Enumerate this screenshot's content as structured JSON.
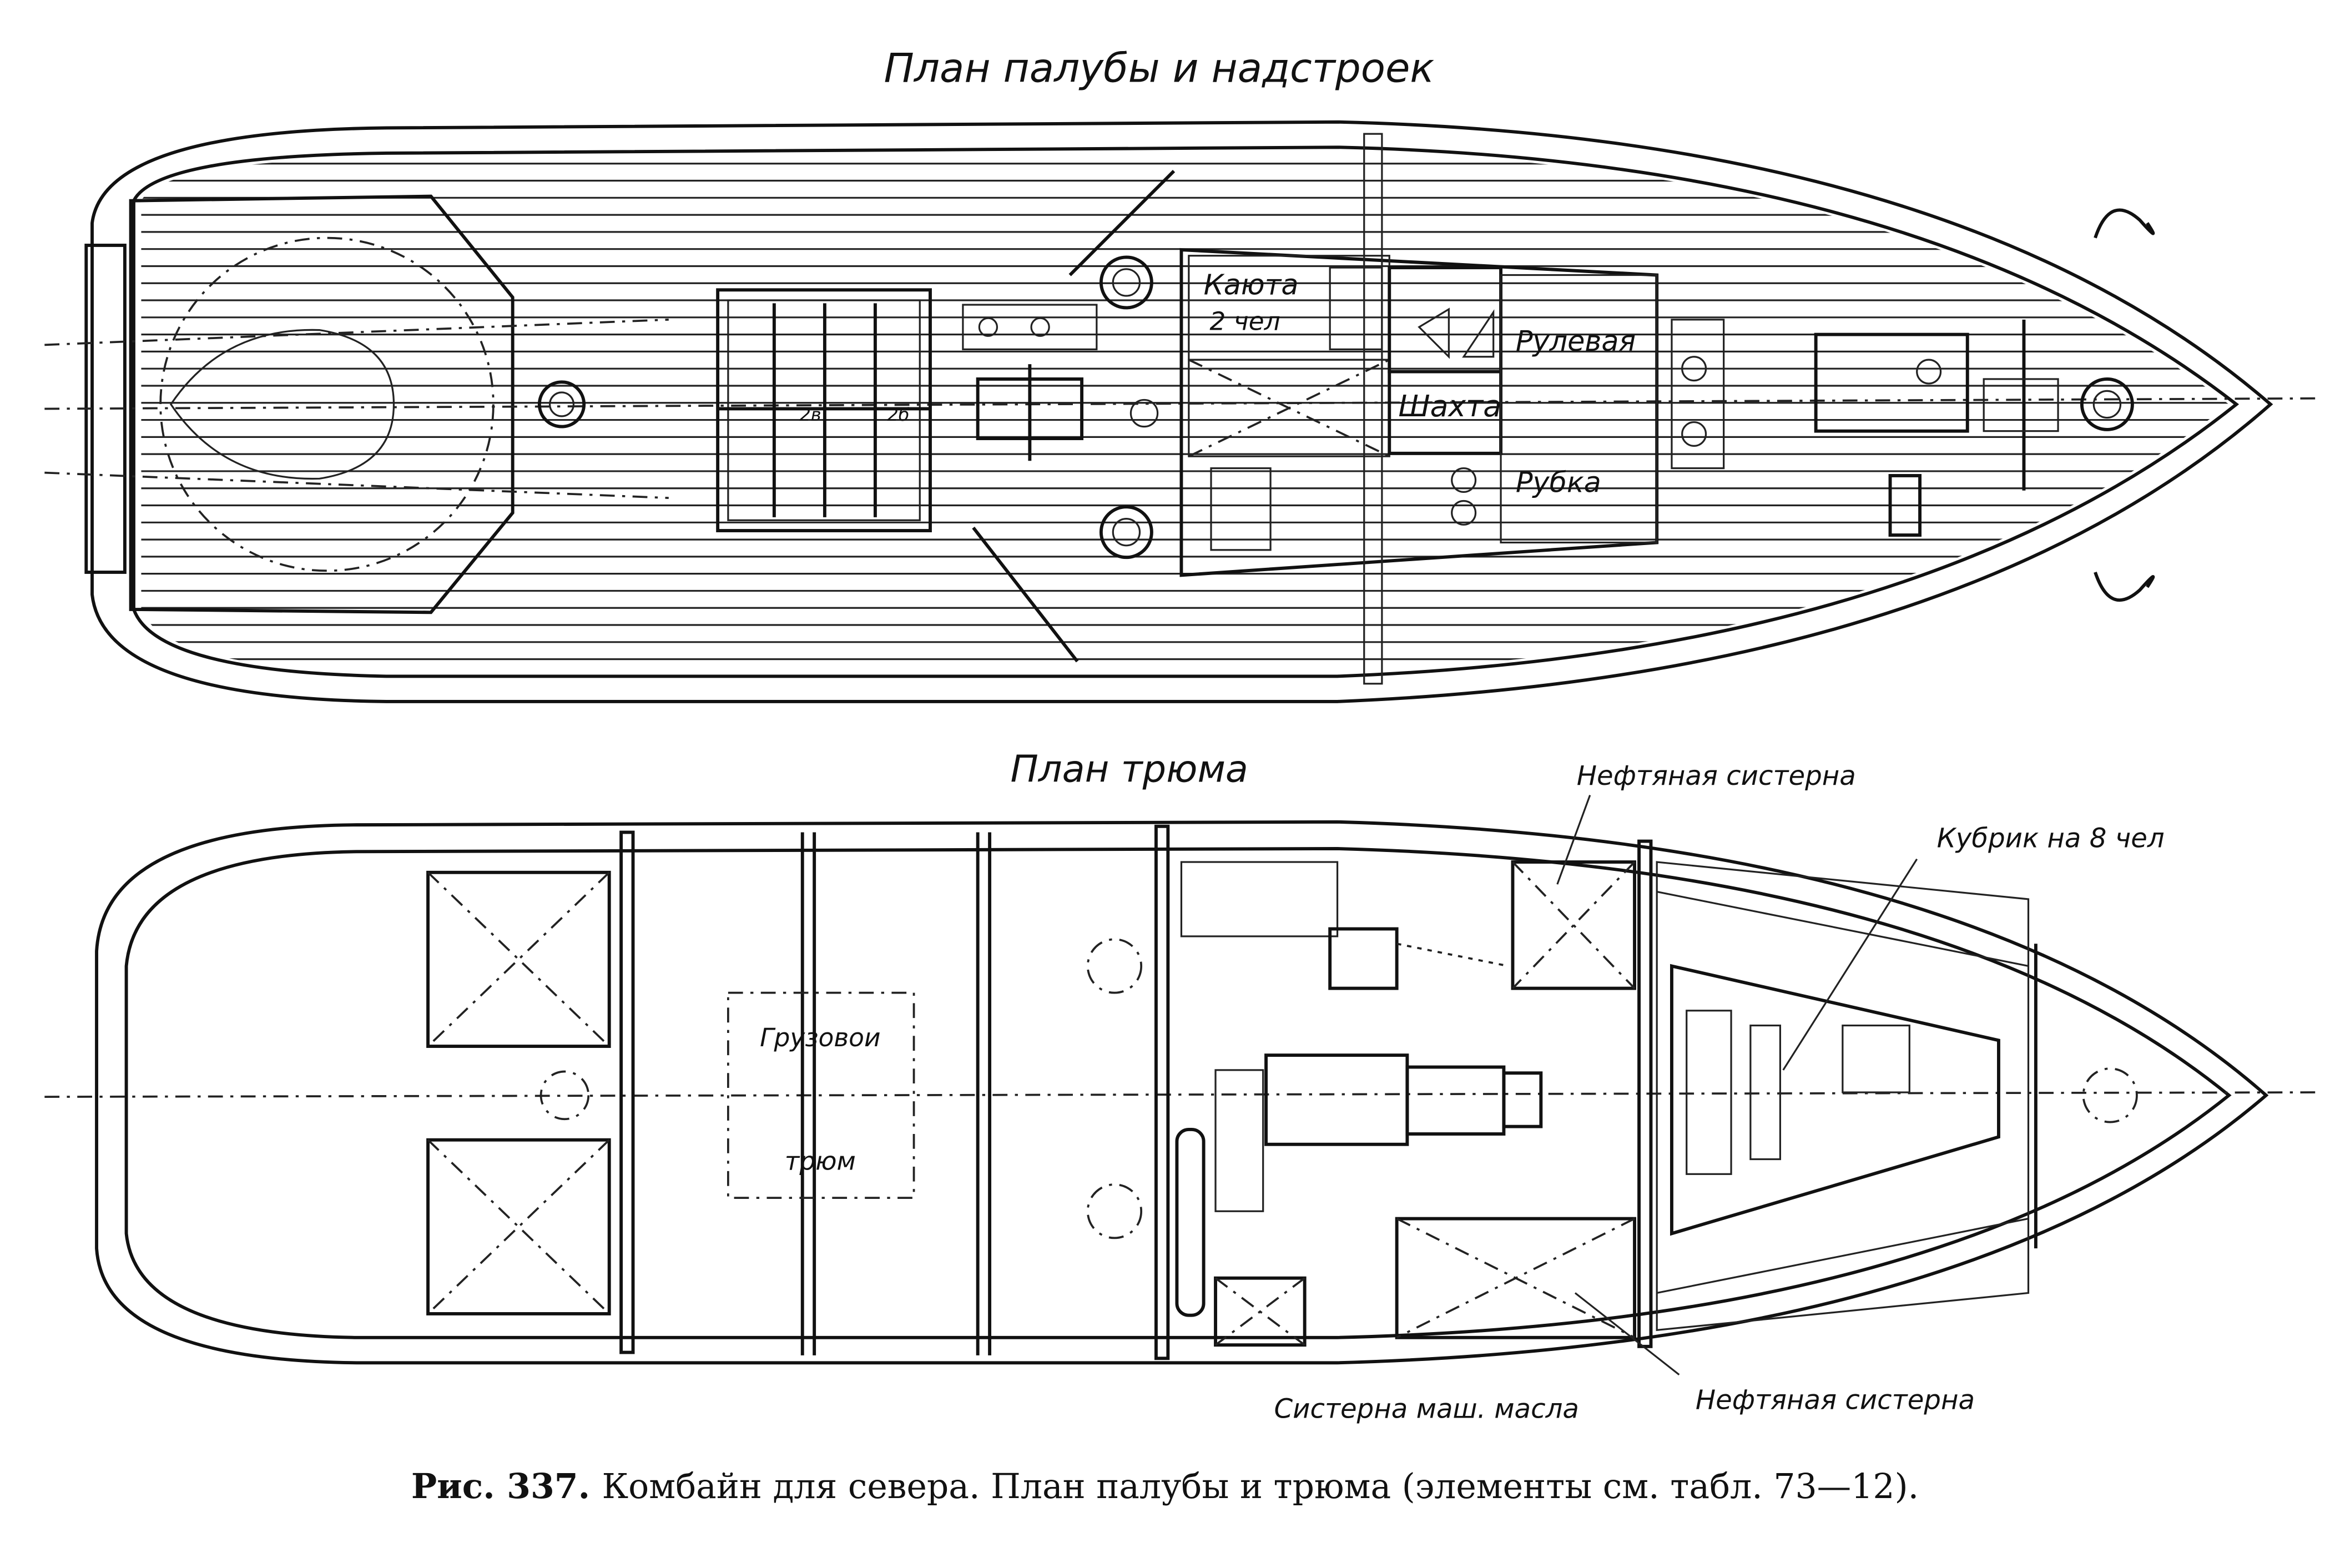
{
  "deck_plan": {
    "title": "План палубы и надстроек",
    "labels": {
      "cabin": "Каюта",
      "cabin_capacity": "2 чел",
      "wheelhouse_steering": "Рулевая",
      "shaft": "Шахта",
      "wheelhouse": "Рубка",
      "hatch_mark_left": "2в",
      "hatch_mark_right": "2б"
    }
  },
  "hold_plan": {
    "title": "План трюма",
    "labels": {
      "oil_tank_top": "Нефтяная систерна",
      "crew_quarters": "Кубрик на 8 чел",
      "cargo_hold_1": "Грузовои",
      "cargo_hold_2": "трюм",
      "machine_oil_tank": "Систерна маш. масла",
      "oil_tank_bottom": "Нефтяная систерна"
    }
  },
  "caption": {
    "figure": "Рис. 337.",
    "text": "Комбайн для севера. План палубы и трюма (элементы см. табл. 73—12)."
  }
}
